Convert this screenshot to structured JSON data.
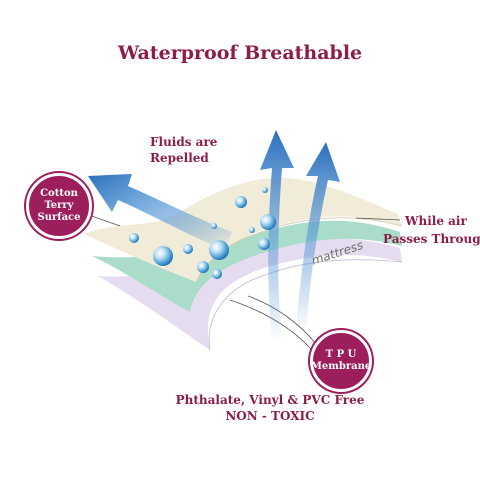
{
  "title": "Waterproof Breathable",
  "labels": {
    "fluids_line1": "Fluids are",
    "fluids_line2": "Repelled",
    "air_line1": "While air",
    "air_line2": "Passes Through",
    "mattress": "mattress",
    "bottom_line1": "Phthalate, Vinyl & PVC Free",
    "bottom_line2": "NON - TOXIC"
  },
  "badges": {
    "cotton": {
      "line1": "Cotton",
      "line2": "Terry",
      "line3": "Surface"
    },
    "tpu": {
      "line1": "T P U",
      "line2": "Membrane"
    }
  },
  "colors": {
    "accent": "#8c1c4a",
    "badge": "#9c1f5c",
    "layer_top": "#f0ecd8",
    "layer_mid": "#a9dcc9",
    "layer_bottom": "#e6dcef",
    "arrow": "#2f76bf"
  }
}
